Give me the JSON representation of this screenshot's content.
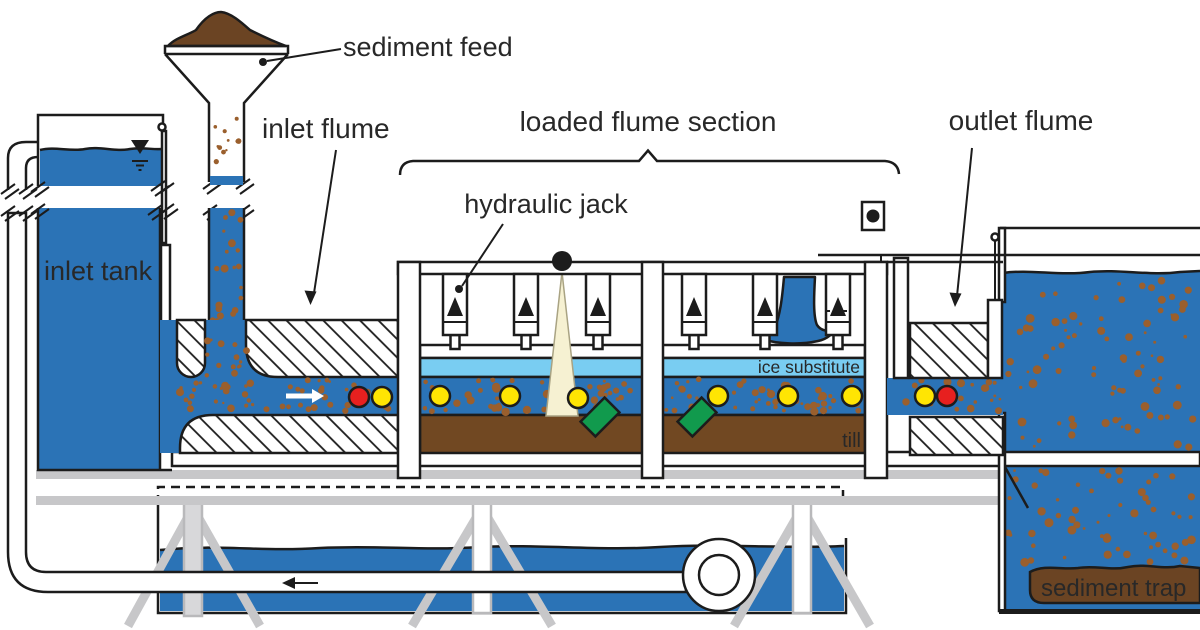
{
  "labels": {
    "sediment_feed": "sediment feed",
    "inlet_flume": "inlet flume",
    "loaded_flume_section": "loaded flume section",
    "hydraulic_jack": "hydraulic jack",
    "outlet_flume": "outlet flume",
    "inlet_tank": "inlet tank",
    "ice_substitute": "ice substitute",
    "till": "till",
    "sediment_trap": "sediment trap"
  },
  "colors": {
    "water": "#2b73b6",
    "ice_substitute": "#79cdf2",
    "till": "#714822",
    "sediment": "#6b4423",
    "sediment_speckle": "#9a5f2d",
    "marker_yellow": "#ffe503",
    "marker_red": "#e7201f",
    "marker_green": "#119a4d",
    "light_cone": "#f6f1d2",
    "support_gray": "#c7c7c9",
    "ink": "#1c1c1c"
  }
}
